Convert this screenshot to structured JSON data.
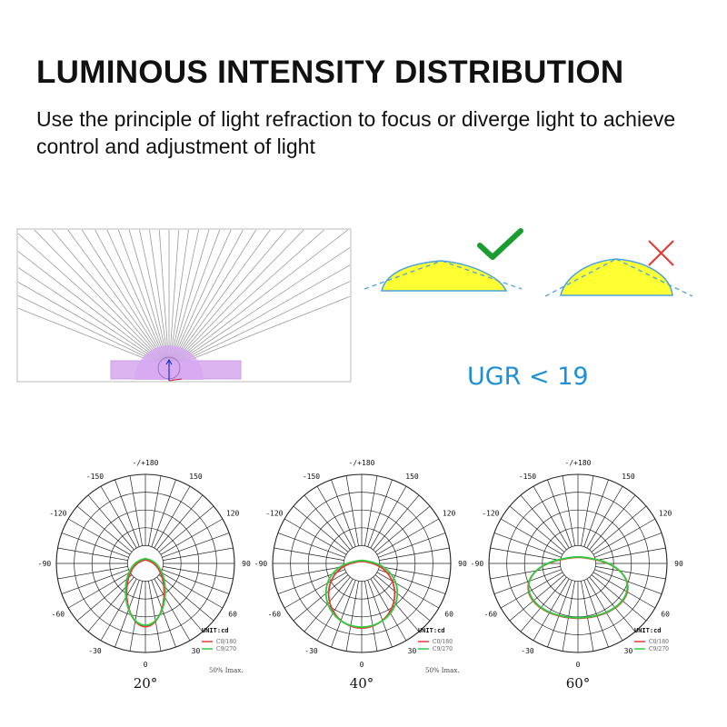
{
  "header": {
    "title": "LUMINOUS INTENSITY DISTRIBUTION",
    "subtitle": "Use the principle of light refraction to focus or diverge light to achieve control and adjustment of light"
  },
  "glare": {
    "good_icon": "checkmark-icon",
    "bad_icon": "cross-icon",
    "ugr_text": "UGR < 19",
    "ugr_color": "#1e90d6",
    "good_color": "#1a9c2f",
    "bad_color": "#e53935",
    "fill_color": "#ffff33"
  },
  "polar_charts": [
    {
      "beam": "20°",
      "unit": "UNIT:cd",
      "legend": [
        "C0/180",
        "C9/270"
      ],
      "note": "50% Imax."
    },
    {
      "beam": "40°",
      "unit": "UNIT:cd",
      "legend": [
        "C0/180",
        "C9/270"
      ],
      "note": "50% Imax."
    },
    {
      "beam": "60°",
      "unit": "UNIT:cd",
      "legend": [
        "C0/180",
        "C9/270"
      ],
      "note": ""
    }
  ],
  "polar_axis_labels": [
    "-/+180",
    "150",
    "120",
    "90",
    "60",
    "30",
    "0",
    "-30",
    "-60",
    "-90",
    "-120",
    "-150"
  ],
  "chart_data": [
    {
      "type": "polar",
      "title": "20°",
      "series": [
        {
          "name": "C0/180",
          "color": "#e53935"
        },
        {
          "name": "C9/270",
          "color": "#2ecc40"
        }
      ]
    },
    {
      "type": "polar",
      "title": "40°",
      "series": [
        {
          "name": "C0/180",
          "color": "#e53935"
        },
        {
          "name": "C9/270",
          "color": "#2ecc40"
        }
      ]
    },
    {
      "type": "polar",
      "title": "60°",
      "series": [
        {
          "name": "C0/180",
          "color": "#e53935"
        },
        {
          "name": "C9/270",
          "color": "#2ecc40"
        }
      ]
    }
  ]
}
